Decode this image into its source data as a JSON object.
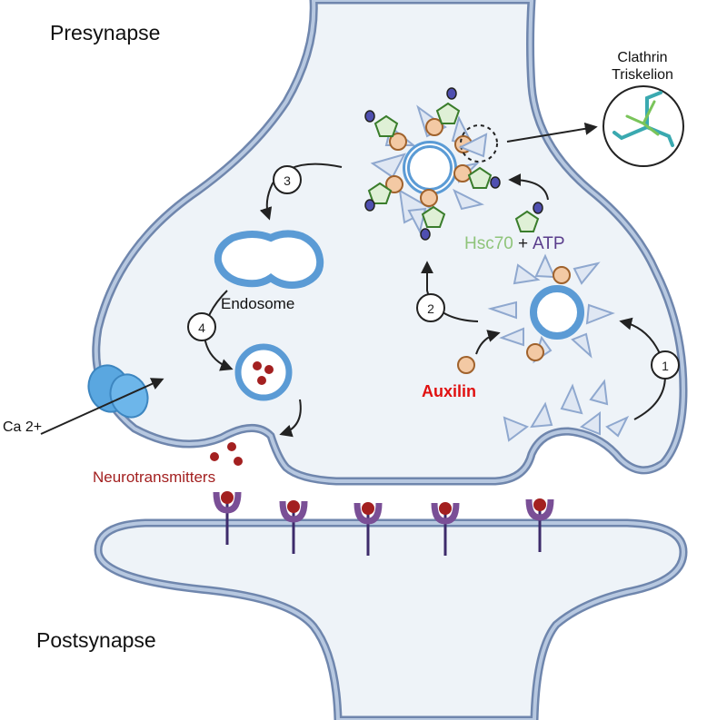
{
  "labels": {
    "presynapse": "Presynapse",
    "postsynapse": "Postsynapse",
    "clathrin_line1": "Clathrin",
    "clathrin_line2": "Triskelion",
    "hsc70": "Hsc70",
    "plus": "+",
    "atp": "ATP",
    "endosome": "Endosome",
    "auxilin": "Auxilin",
    "calcium": "Ca 2+",
    "neurotransmitters": "Neurotransmitters"
  },
  "steps": [
    "1",
    "2",
    "3",
    "4"
  ],
  "colors": {
    "membrane": "#a9bcd9",
    "membrane_stroke": "#6f86ad",
    "cytoplasm": "#eef3f8",
    "vesicle": "#5b9bd5",
    "triskelion_leg": "#8fa8cf",
    "auxilin_fill": "#f3c9a4",
    "auxilin_stroke": "#a0622c",
    "hsc70_stroke": "#3a7d2c",
    "hsc70_fill": "#dff0d6",
    "atp_fill": "#4f4fb0",
    "hsc70_text": "#8fc47a",
    "atp_text": "#5a3d8c",
    "auxilin_text": "#e01010",
    "neurotransmitter": "#a32020",
    "receptor": "#7a4f96",
    "channel": "#5aa7e0"
  }
}
